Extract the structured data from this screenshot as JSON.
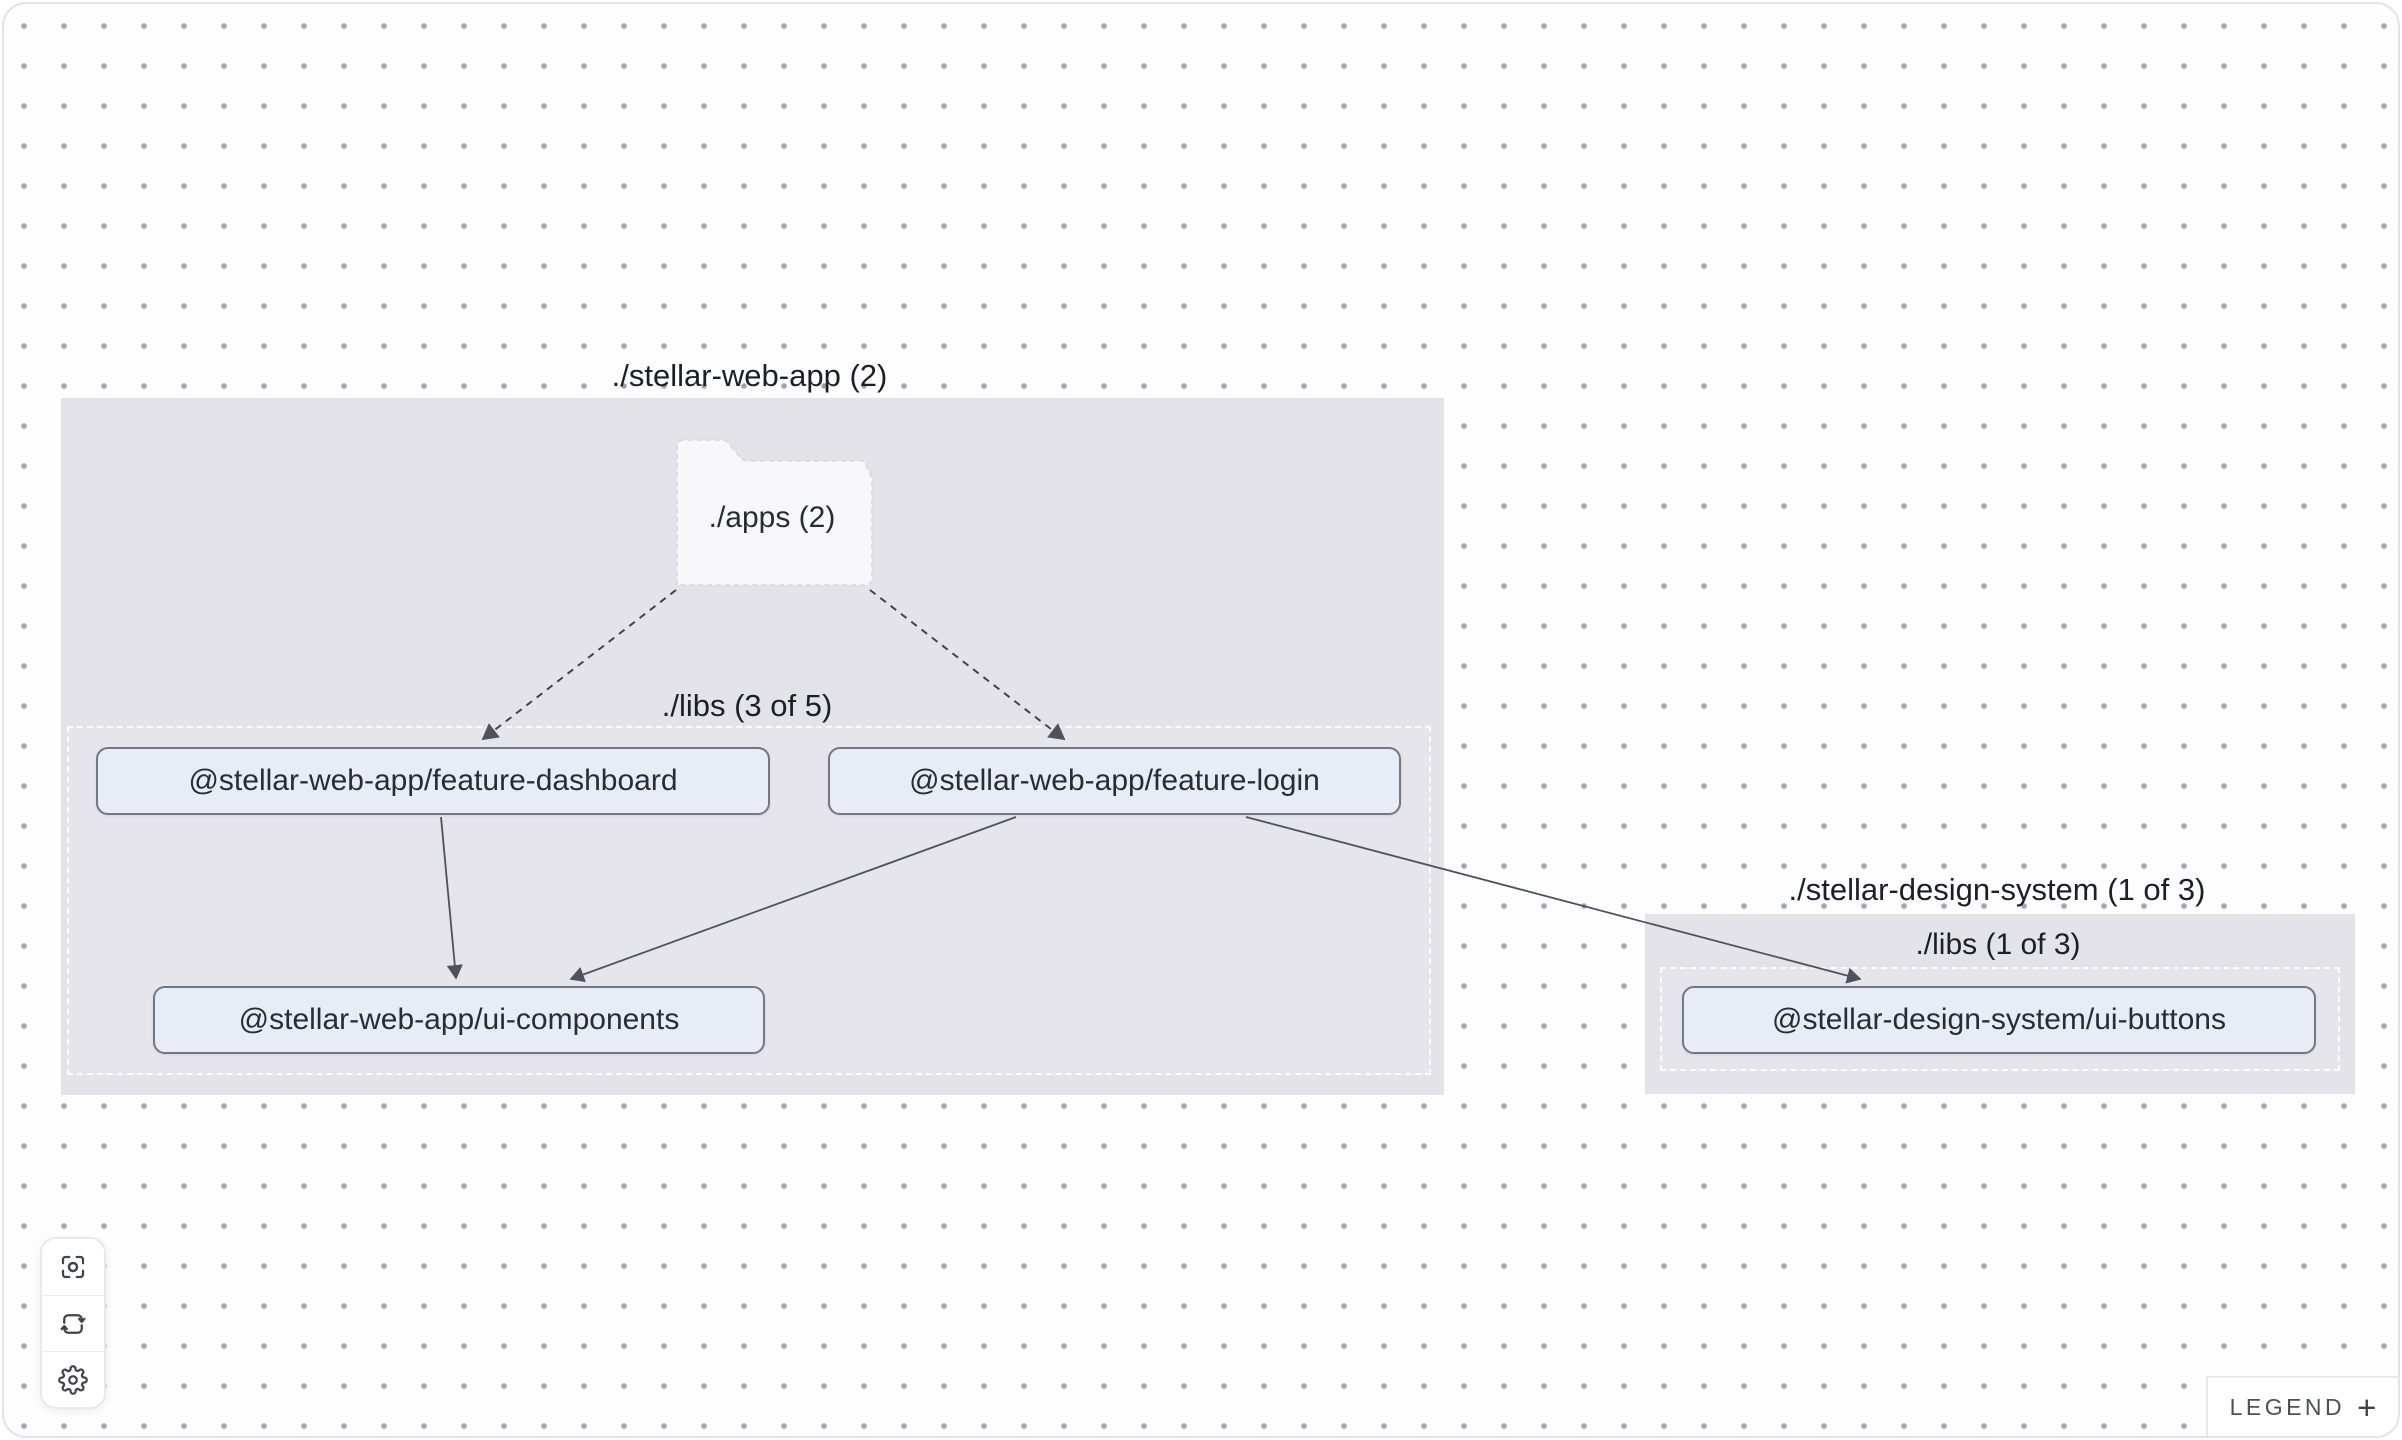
{
  "graph": {
    "groups": [
      {
        "name": "stellar-web-app",
        "label": "./stellar-web-app (2)",
        "apps_folder": {
          "label": "./apps (2)"
        },
        "libs": {
          "label": "./libs (3 of 5)"
        },
        "nodes": [
          {
            "id": "feature-dashboard",
            "label": "@stellar-web-app/feature-dashboard"
          },
          {
            "id": "feature-login",
            "label": "@stellar-web-app/feature-login"
          },
          {
            "id": "ui-components",
            "label": "@stellar-web-app/ui-components"
          }
        ]
      },
      {
        "name": "stellar-design-system",
        "label": "./stellar-design-system (1 of 3)",
        "libs": {
          "label": "./libs (1 of 3)"
        },
        "nodes": [
          {
            "id": "ui-buttons",
            "label": "@stellar-design-system/ui-buttons"
          }
        ]
      }
    ],
    "edges": [
      {
        "source": "./apps",
        "target": "@stellar-web-app/feature-dashboard",
        "style": "dashed"
      },
      {
        "source": "./apps",
        "target": "@stellar-web-app/feature-login",
        "style": "dashed"
      },
      {
        "source": "@stellar-web-app/feature-dashboard",
        "target": "@stellar-web-app/ui-components",
        "style": "solid"
      },
      {
        "source": "@stellar-web-app/feature-login",
        "target": "@stellar-web-app/ui-components",
        "style": "solid"
      },
      {
        "source": "@stellar-web-app/feature-login",
        "target": "@stellar-design-system/ui-buttons",
        "style": "solid"
      }
    ]
  },
  "toolbar": {
    "buttons": [
      {
        "name": "focus"
      },
      {
        "name": "refresh"
      },
      {
        "name": "settings"
      }
    ]
  },
  "legend": {
    "label": "LEGEND",
    "expand_icon": "+"
  },
  "colors": {
    "group_fill": "#e4e3e9",
    "node_fill": "#e8ecf6",
    "node_border": "#717785",
    "edge": "#4d525e",
    "dot": "#8693aa",
    "frame_border": "#e4e4e8",
    "folder_fill": "#f8f7fa"
  }
}
